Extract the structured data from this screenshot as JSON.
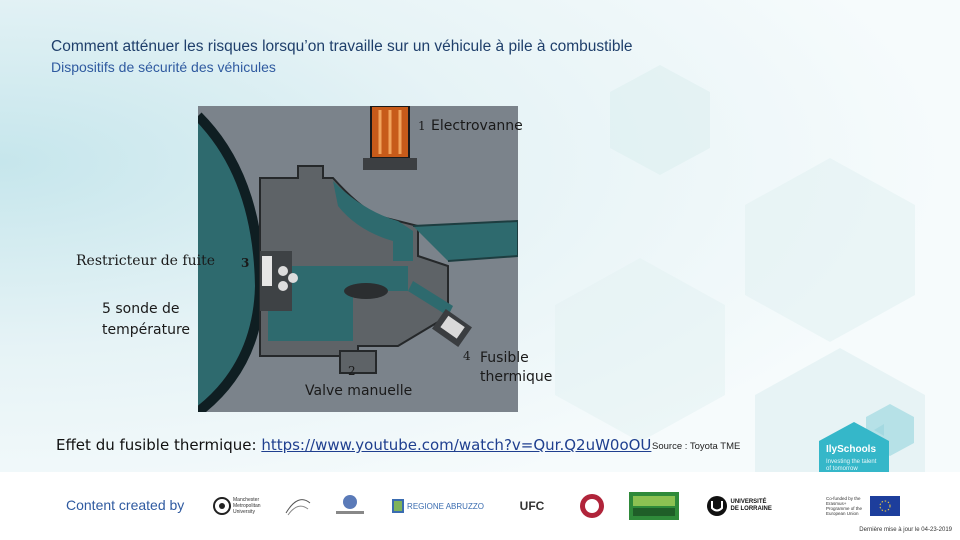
{
  "header": {
    "title": "Comment atténuer les risques lorsqu’on travaille sur un véhicule à pile à combustible",
    "subtitle": "Dispositifs de sécurité des véhicules"
  },
  "figure": {
    "labels": {
      "electrovanne_num": "1",
      "electrovanne": "Electrovanne",
      "restricteur": "Restricteur de fuite",
      "restricteur_num": "3",
      "sonde": "5 sonde de\ntempérature",
      "valve_num": "2",
      "valve": "Valve manuelle",
      "fusible_num": "4",
      "fusible": "Fusible\nthermique"
    },
    "colors": {
      "background": "#788088",
      "teal": "#2e6a6e",
      "body": "#5b5f63",
      "solenoid": "#c75b1a"
    }
  },
  "caption": {
    "prefix": "Effet du fusible thermique: ",
    "link": "https://www.youtube.com/watch?v=Qur.Q2uW0oOU",
    "source": "Source : Toyota TME"
  },
  "footer": {
    "content_by": "Content created by",
    "logos": [
      "manchester-logo",
      "partner-logo-2",
      "partner-logo-3",
      "regione-abruzzo-logo",
      "ufc-logo",
      "partner-logo-6",
      "partner-logo-7",
      "universite-de-lorraine-logo",
      "erasmus-plus-logo"
    ],
    "logo_text": {
      "manchester": "Manchester Metropolitan University",
      "regione": "REGIONE ABRUZZO",
      "ufc": "UFC",
      "lorraine": "UNIVERSITÉ DE LORRAINE",
      "erasmus": "Co-funded by the Erasmus+ Programme of the European Union"
    },
    "date": "Dernière mise à jour le 04-23-2019"
  },
  "badge": {
    "name": "IlySchools",
    "tagline": "Investing the talent of tomorrow"
  }
}
